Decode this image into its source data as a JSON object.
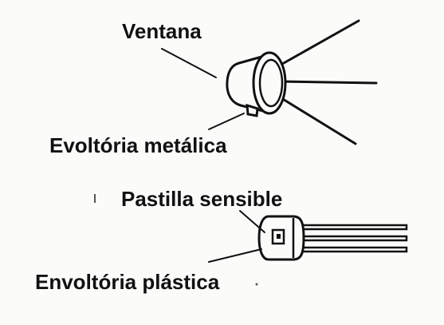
{
  "labels": {
    "ventana": "Ventana",
    "envoltoria_metalica": "Evoltória metálica",
    "pastilla_sensible": "Pastilla sensible",
    "envoltoria_plastica": "Envoltória plástica"
  },
  "colors": {
    "ink": "#111111",
    "paper": "#fbfbfa"
  }
}
